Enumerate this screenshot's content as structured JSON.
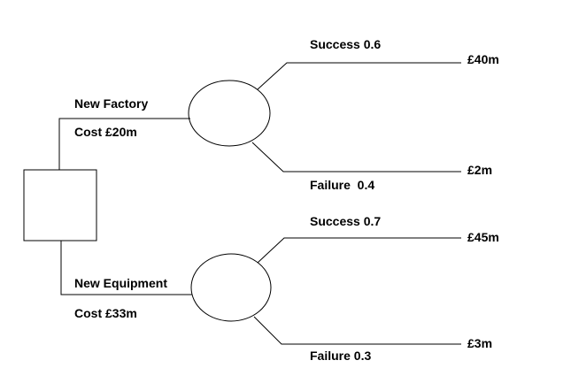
{
  "decision_node": {},
  "branches": [
    {
      "name": "New Factory",
      "cost": "Cost £20m",
      "outcomes": [
        {
          "label": "Success 0.6",
          "payoff": "£40m"
        },
        {
          "label": "Failure  0.4",
          "payoff": "£2m"
        }
      ]
    },
    {
      "name": "New Equipment",
      "cost": "Cost £33m",
      "outcomes": [
        {
          "label": "Success 0.7",
          "payoff": "£45m"
        },
        {
          "label": "Failure 0.3",
          "payoff": "£3m"
        }
      ]
    }
  ],
  "colors": {
    "stroke": "#000000",
    "background": "#ffffff"
  }
}
